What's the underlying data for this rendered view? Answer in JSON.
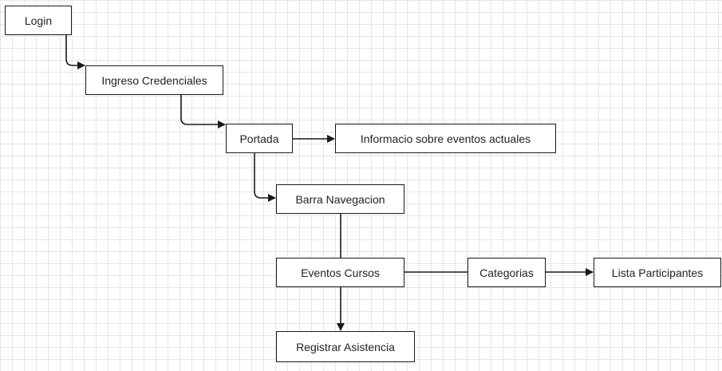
{
  "diagram": {
    "nodes": {
      "login": "Login",
      "ingreso": "Ingreso Credenciales",
      "portada": "Portada",
      "informacio": "Informacio sobre eventos actuales",
      "barra": "Barra Navegacion",
      "eventos": "Eventos Cursos",
      "categorias": "Categorias",
      "lista": "Lista Participantes",
      "registrar": "Registrar Asistencia"
    },
    "edges": [
      {
        "from": "login",
        "to": "ingreso",
        "arrow": true
      },
      {
        "from": "ingreso",
        "to": "portada",
        "arrow": true
      },
      {
        "from": "portada",
        "to": "informacio",
        "arrow": true
      },
      {
        "from": "portada",
        "to": "barra",
        "arrow": true
      },
      {
        "from": "barra",
        "to": "eventos",
        "arrow": false
      },
      {
        "from": "eventos",
        "to": "categorias",
        "arrow": false
      },
      {
        "from": "categorias",
        "to": "lista",
        "arrow": true
      },
      {
        "from": "eventos",
        "to": "registrar",
        "arrow": true
      }
    ],
    "colors": {
      "line": "#1a1a1a",
      "grid": "#e6e6e6"
    }
  }
}
